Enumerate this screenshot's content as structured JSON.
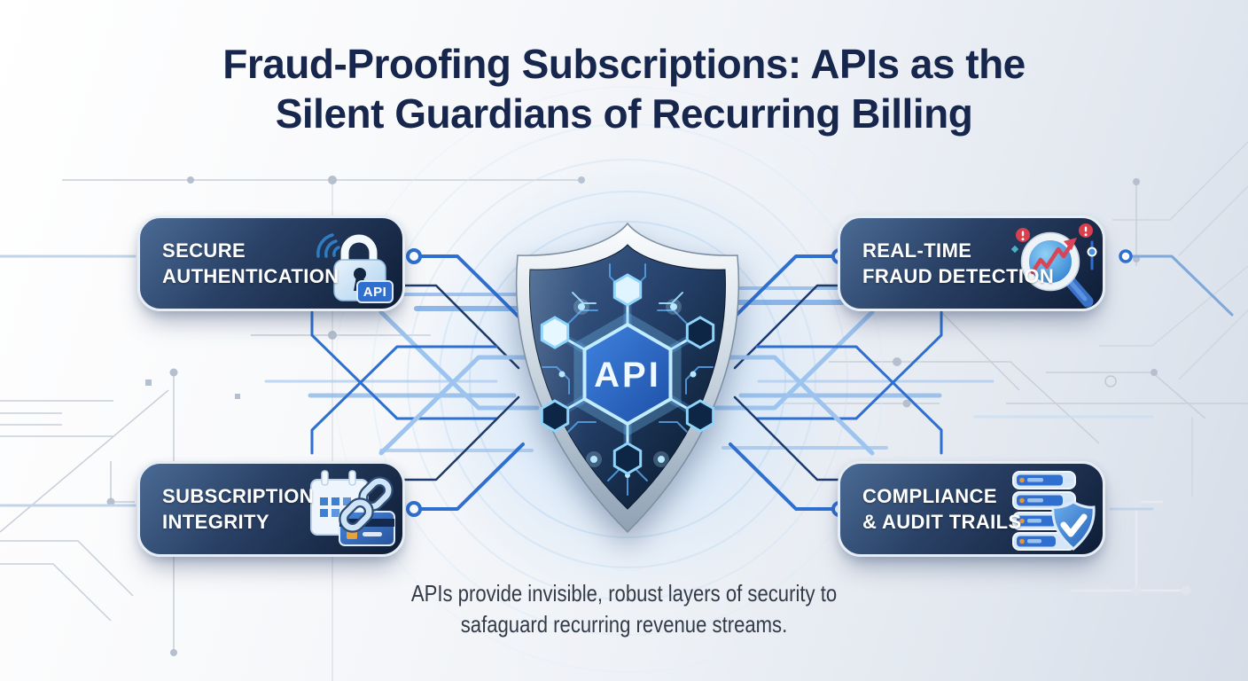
{
  "title": {
    "line1": "Fraud-Proofing Subscriptions: APIs as the",
    "line2": "Silent Guardians of Recurring Billing"
  },
  "center_shield": {
    "label": "API",
    "icon": "circuit-shield-api-icon"
  },
  "boxes": {
    "secure_authentication": {
      "line1": "SECURE",
      "line2": "AUTHENTICATION",
      "icon": "padlock-api-icon",
      "badge": "API"
    },
    "realtime_fraud_detection": {
      "line1": "REAL-TIME",
      "line2": "FRAUD DETECTION",
      "icon": "magnifier-trend-alert-icon"
    },
    "subscription_integrity": {
      "line1": "SUBSCRIPTION",
      "line2": "INTEGRITY",
      "icon": "calendar-chain-card-icon"
    },
    "compliance_audit_trails": {
      "line1": "COMPLIANCE",
      "line2": "& AUDIT TRAILS",
      "icon": "audit-log-shield-check-icon"
    }
  },
  "footer": {
    "line1": "APIs provide invisible, robust layers of security to",
    "line2": "safaguard recurring revenue streams."
  },
  "colors": {
    "title_navy": "#16264d",
    "box_gradient_start": "#4a6b95",
    "box_gradient_end": "#0e1d36",
    "accent_blue": "#2e6fd0",
    "circuit_cyan": "#8fd6ff",
    "alert_red": "#d8404d",
    "footer_text": "#343b48"
  }
}
